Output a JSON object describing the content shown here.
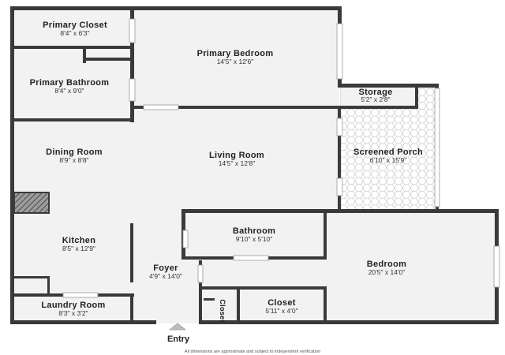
{
  "rooms": {
    "primary_closet": {
      "name": "Primary Closet",
      "dims": "8'4\" x 6'3\""
    },
    "primary_bedroom": {
      "name": "Primary Bedroom",
      "dims": "14'5\" x 12'6\""
    },
    "primary_bathroom": {
      "name": "Primary Bathroom",
      "dims": "8'4\" x 9'0\""
    },
    "storage": {
      "name": "Storage",
      "dims": "5'2\" x 2'8\""
    },
    "dining_room": {
      "name": "Dining Room",
      "dims": "8'9\" x 8'8\""
    },
    "living_room": {
      "name": "Living Room",
      "dims": "14'5\" x 12'8\""
    },
    "screened_porch": {
      "name": "Screened Porch",
      "dims": "6'10\" x 15'9\""
    },
    "bathroom": {
      "name": "Bathroom",
      "dims": "9'10\" x 5'10\""
    },
    "kitchen": {
      "name": "Kitchen",
      "dims": "8'5\" x 12'9\""
    },
    "bedroom": {
      "name": "Bedroom",
      "dims": "20'5\" x 14'0\""
    },
    "foyer": {
      "name": "Foyer",
      "dims": "4'9\" x 14'0\""
    },
    "closet": {
      "name": "Closet",
      "dims": "5'11\" x 4'0\""
    },
    "closet_small": {
      "name": "Closet"
    },
    "laundry_room": {
      "name": "Laundry Room",
      "dims": "8'3\" x 3'2\""
    }
  },
  "entry_label": "Entry",
  "disclaimer": "All dimensions are approximate and subject to independent verification"
}
